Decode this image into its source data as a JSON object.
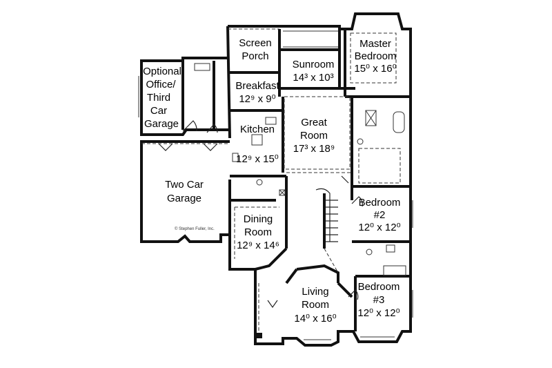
{
  "rooms": {
    "screen_porch": {
      "line1": "Screen",
      "line2": "Porch"
    },
    "sunroom": {
      "line1": "Sunroom",
      "line2": "14³ x 10³"
    },
    "master_bedroom": {
      "line1": "Master",
      "line2": "Bedroom",
      "line3": "15⁰ x 16⁰"
    },
    "optional_office": {
      "line1": "Optional",
      "line2": "Office/",
      "line3": "Third",
      "line4": "Car",
      "line5": "Garage"
    },
    "breakfast": {
      "line1": "Breakfast",
      "line2": "12⁹ x 9⁰"
    },
    "kitchen": {
      "line1": "Kitchen",
      "line2": "12⁹ x 15⁰"
    },
    "great_room": {
      "line1": "Great",
      "line2": "Room",
      "line3": "17³ x 18⁹"
    },
    "two_car_garage": {
      "line1": "Two Car",
      "line2": "Garage"
    },
    "bedroom2": {
      "line1": "Bedroom",
      "line2": "#2",
      "line3": "12⁰ x 12⁰"
    },
    "dining_room": {
      "line1": "Dining",
      "line2": "Room",
      "line3": "12⁹ x 14⁶"
    },
    "living_room": {
      "line1": "Living",
      "line2": "Room",
      "line3": "14⁰ x 16⁰"
    },
    "bedroom3": {
      "line1": "Bedroom",
      "line2": "#3",
      "line3": "12⁰ x 12⁰"
    }
  },
  "credit": "© Stephen Fuller, Inc."
}
